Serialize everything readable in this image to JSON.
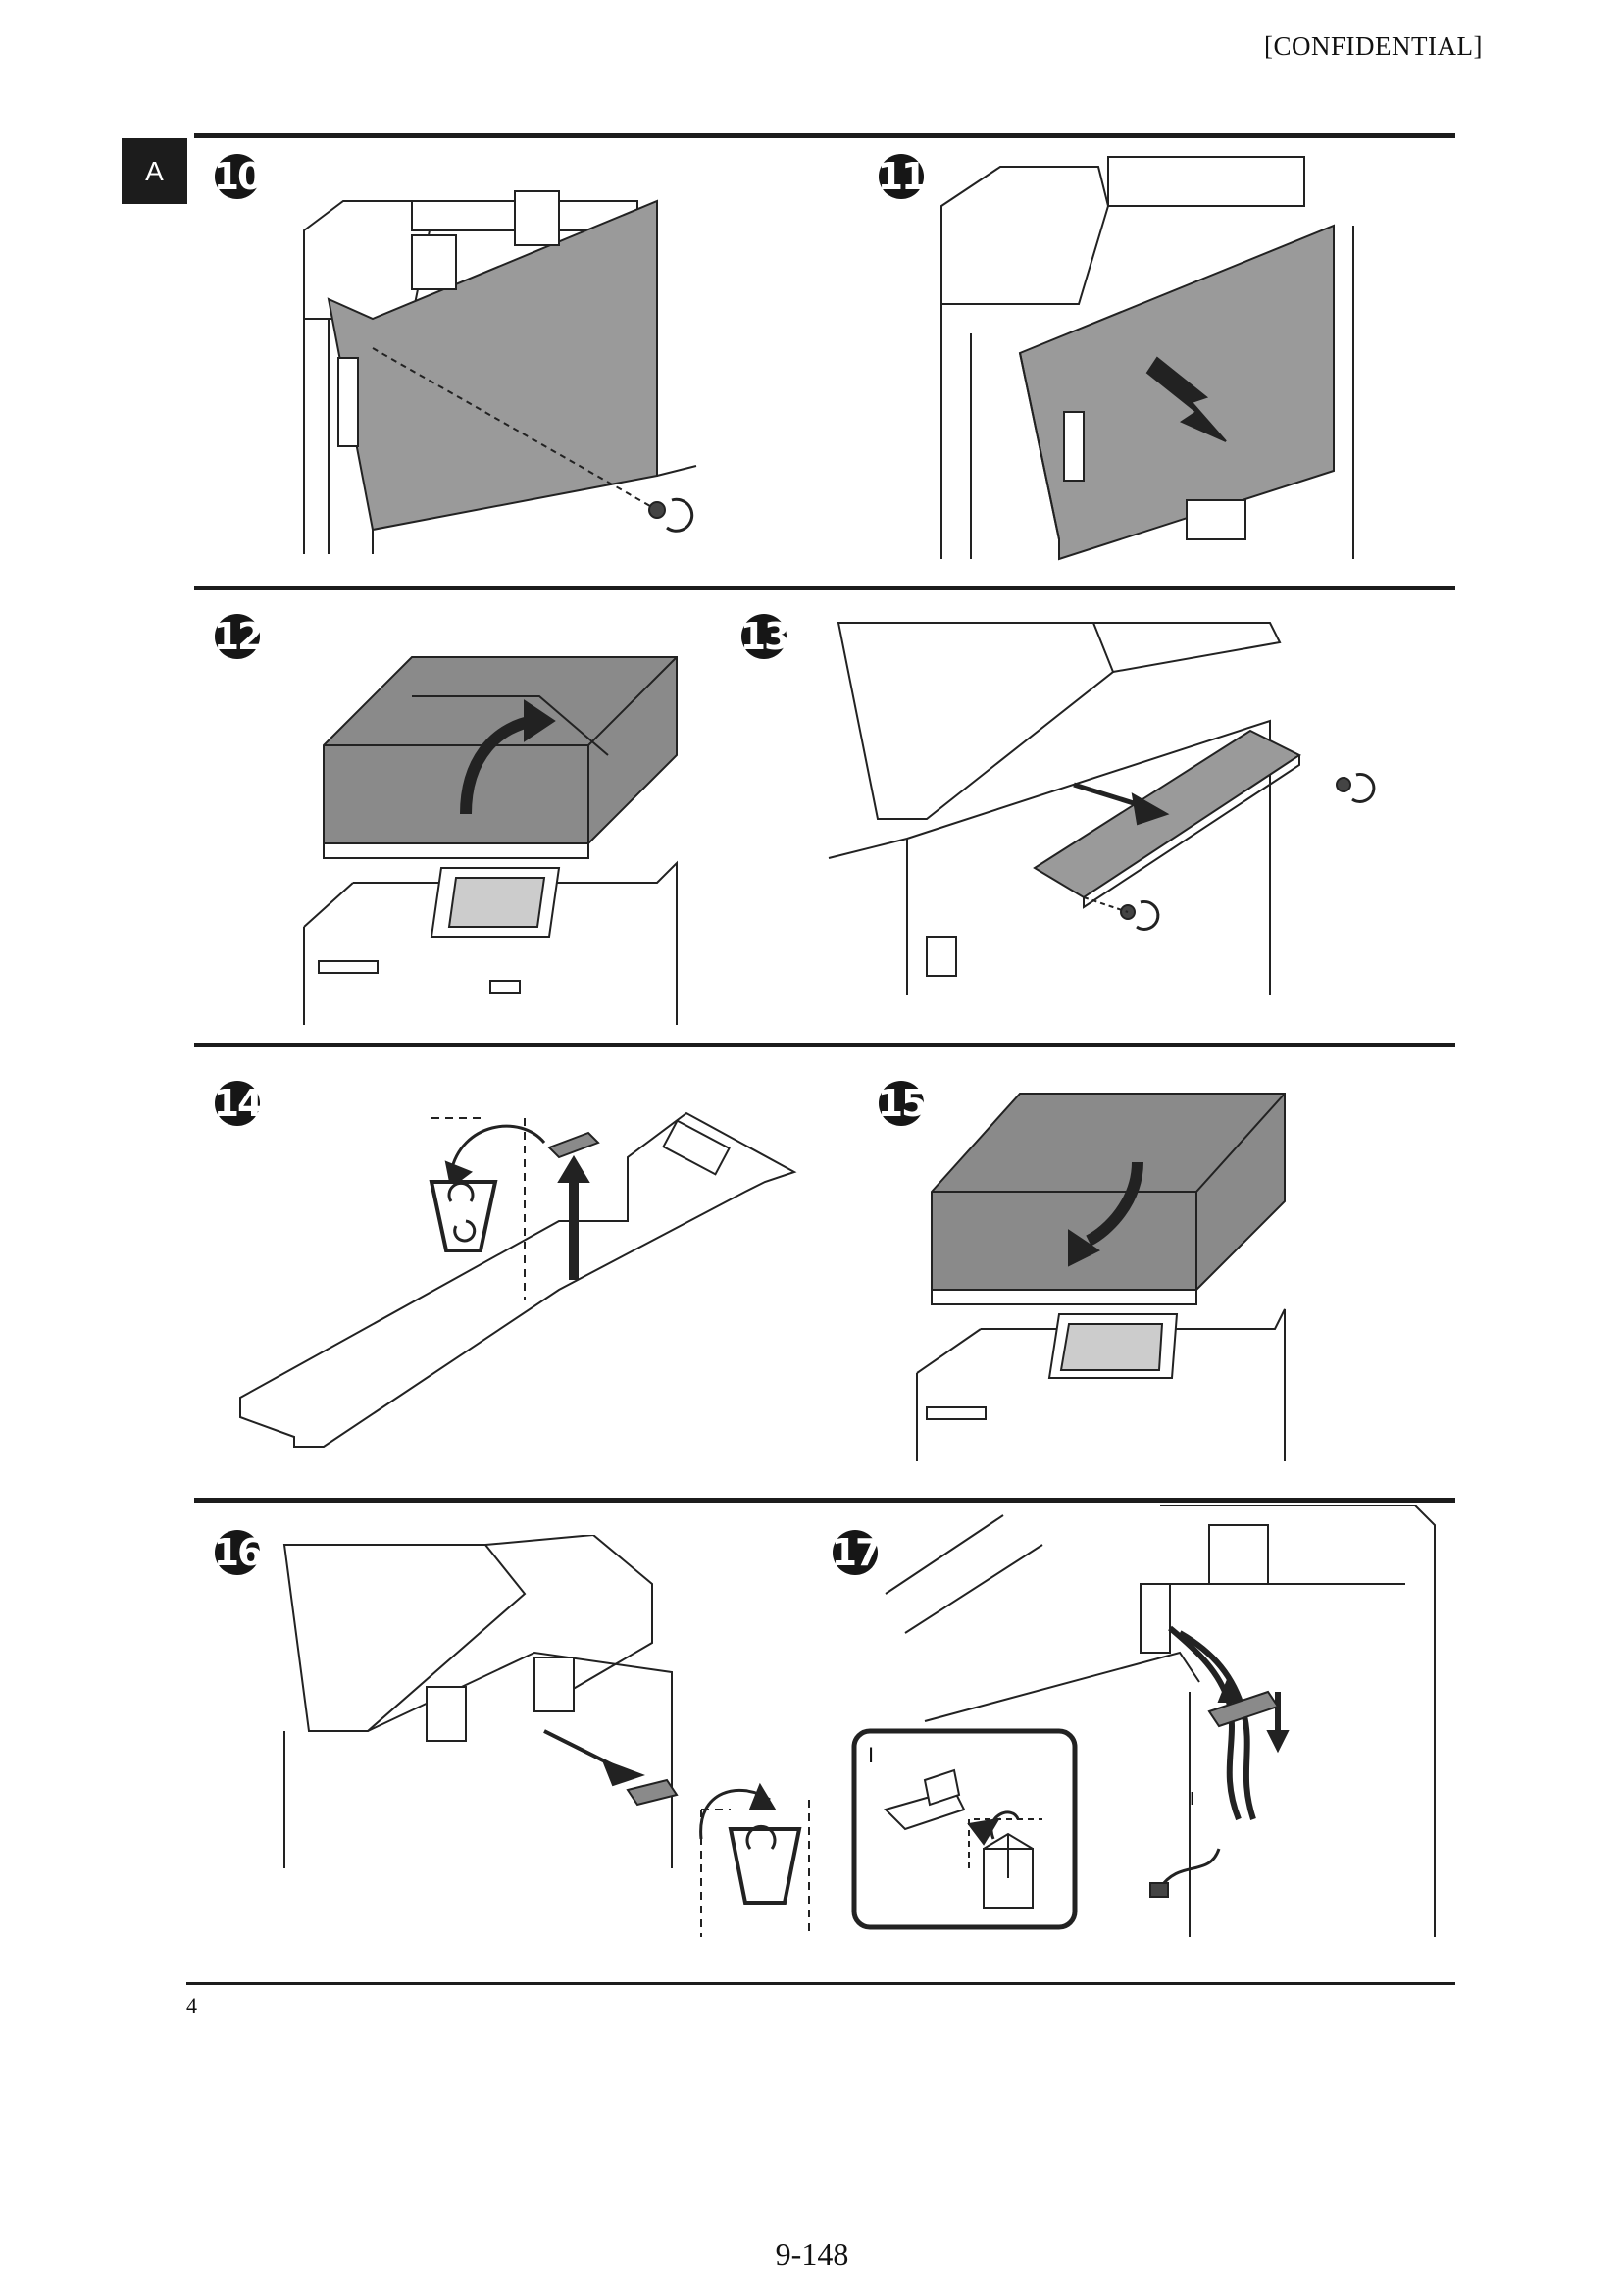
{
  "header": {
    "confidential": "[CONFIDENTIAL]"
  },
  "section_tab": {
    "label": "A"
  },
  "steps": [
    {
      "number": "10"
    },
    {
      "number": "11"
    },
    {
      "number": "12"
    },
    {
      "number": "13"
    },
    {
      "number": "14"
    },
    {
      "number": "15"
    },
    {
      "number": "16"
    },
    {
      "number": "17"
    }
  ],
  "callouts": {
    "inset_label": "I",
    "part_label": "I"
  },
  "footer": {
    "note": "4",
    "page_number": "9-148"
  },
  "colors": {
    "rule": "#1c1c1c",
    "part_gray": "#8a8a8a",
    "line": "#222222"
  }
}
